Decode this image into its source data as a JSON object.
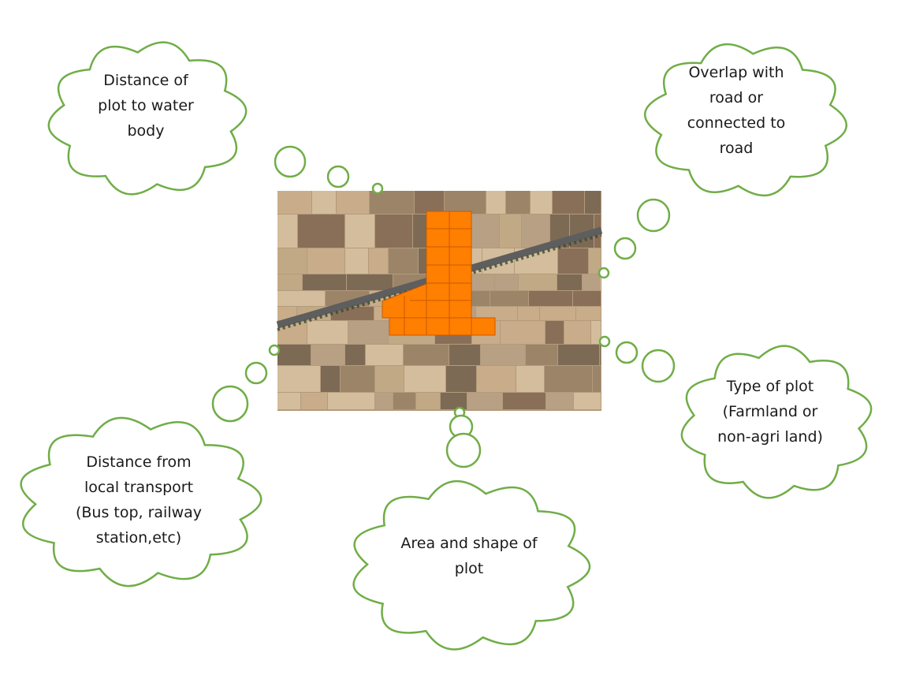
{
  "colors": {
    "cloud_stroke": "#70ad47",
    "plot_fill": "#ff7f00",
    "plot_grid": "#c85a00",
    "road": "#6b6b6b",
    "field_light": "#c9ad8a",
    "field_dark": "#8a6f58"
  },
  "clouds": {
    "water_body": {
      "lines": [
        "Distance of",
        "plot to water",
        "body"
      ]
    },
    "road": {
      "lines": [
        "Overlap with",
        "road or",
        "connected to",
        "road"
      ]
    },
    "plot_type": {
      "lines": [
        "Type of plot",
        "(Farmland or",
        "non-agri land)"
      ]
    },
    "area_shape": {
      "lines": [
        "Area and shape of",
        "plot"
      ]
    },
    "transport": {
      "lines": [
        "Distance from",
        "local transport",
        "(Bus top, railway",
        "station,etc)"
      ]
    }
  }
}
